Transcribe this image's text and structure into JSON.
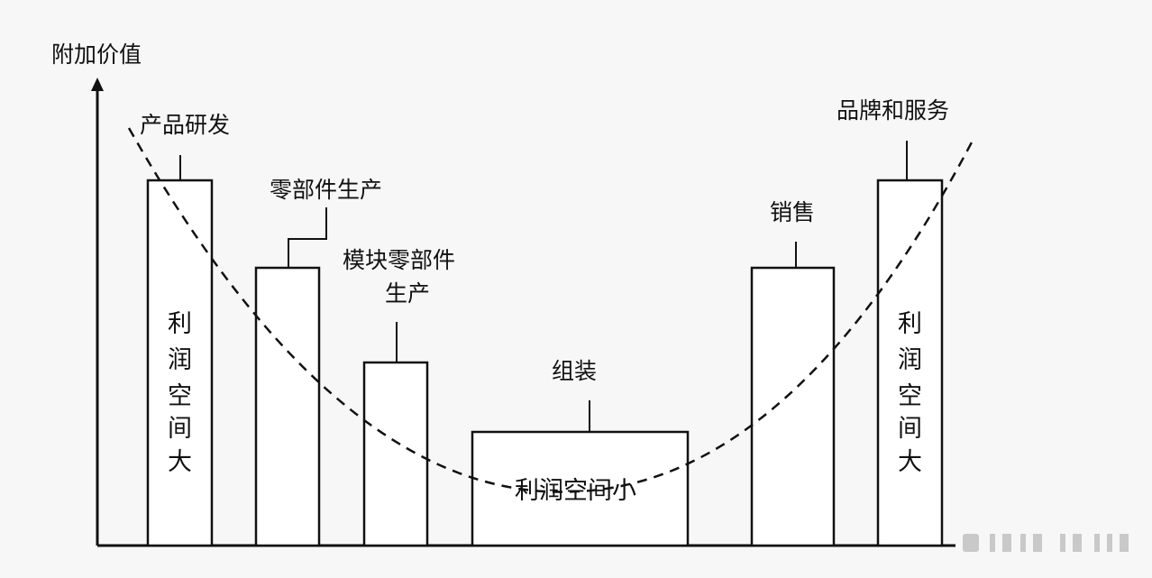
{
  "diagram": {
    "y_axis_label": "附加价值",
    "stages": [
      {
        "id": "rd",
        "label": "产品研发"
      },
      {
        "id": "parts",
        "label": "零部件生产"
      },
      {
        "id": "module",
        "label_line1": "模块零部件",
        "label_line2": "生产"
      },
      {
        "id": "assembly",
        "label": "组装",
        "inner_text": "利润空间小"
      },
      {
        "id": "sales",
        "label": "销售"
      },
      {
        "id": "brand",
        "label": "品牌和服务"
      }
    ],
    "left_column_text": [
      "利",
      "润",
      "空",
      "间",
      "大"
    ],
    "right_column_text": [
      "利",
      "润",
      "空",
      "间",
      "大"
    ],
    "colors": {
      "ink": "#111111",
      "bar_fill": "#ffffff",
      "background": "#f7f7f7"
    }
  }
}
